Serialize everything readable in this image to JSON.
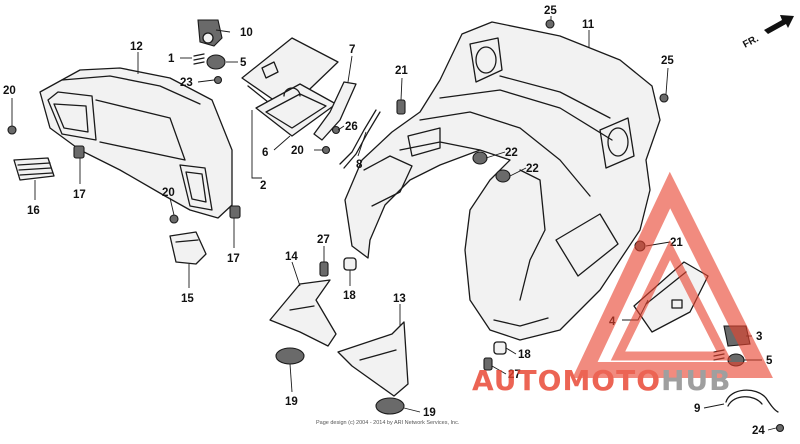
{
  "diagram": {
    "direction_label": "FR.",
    "copyright": "Page design (c) 2004 - 2014 by ARI Network Services, Inc.",
    "callouts": [
      {
        "id": "c10",
        "text": "10"
      },
      {
        "id": "c1",
        "text": "1"
      },
      {
        "id": "c5a",
        "text": "5"
      },
      {
        "id": "c23",
        "text": "23"
      },
      {
        "id": "c12",
        "text": "12"
      },
      {
        "id": "c20a",
        "text": "20"
      },
      {
        "id": "c17a",
        "text": "17"
      },
      {
        "id": "c16",
        "text": "16"
      },
      {
        "id": "c20b",
        "text": "20"
      },
      {
        "id": "c17b",
        "text": "17"
      },
      {
        "id": "c15",
        "text": "15"
      },
      {
        "id": "c2",
        "text": "2"
      },
      {
        "id": "c6",
        "text": "6"
      },
      {
        "id": "c7",
        "text": "7"
      },
      {
        "id": "c26",
        "text": "26"
      },
      {
        "id": "c20c",
        "text": "20"
      },
      {
        "id": "c8",
        "text": "8"
      },
      {
        "id": "c21a",
        "text": "21"
      },
      {
        "id": "c25a",
        "text": "25"
      },
      {
        "id": "c11",
        "text": "11"
      },
      {
        "id": "c25b",
        "text": "25"
      },
      {
        "id": "c22a",
        "text": "22"
      },
      {
        "id": "c22b",
        "text": "22"
      },
      {
        "id": "c21b",
        "text": "21"
      },
      {
        "id": "c4",
        "text": "4"
      },
      {
        "id": "c3",
        "text": "3"
      },
      {
        "id": "c5b",
        "text": "5"
      },
      {
        "id": "c27a",
        "text": "27"
      },
      {
        "id": "c18a",
        "text": "18"
      },
      {
        "id": "c14",
        "text": "14"
      },
      {
        "id": "c13",
        "text": "13"
      },
      {
        "id": "c18b",
        "text": "18"
      },
      {
        "id": "c27b",
        "text": "27"
      },
      {
        "id": "c19a",
        "text": "19"
      },
      {
        "id": "c19b",
        "text": "19"
      },
      {
        "id": "c9",
        "text": "9"
      },
      {
        "id": "c24",
        "text": "24"
      }
    ]
  },
  "watermark": {
    "brand_part1": "AUTOMOTO",
    "brand_part2": "HUB",
    "color_red": "#e8432f",
    "color_gray": "#8a8a8a"
  }
}
